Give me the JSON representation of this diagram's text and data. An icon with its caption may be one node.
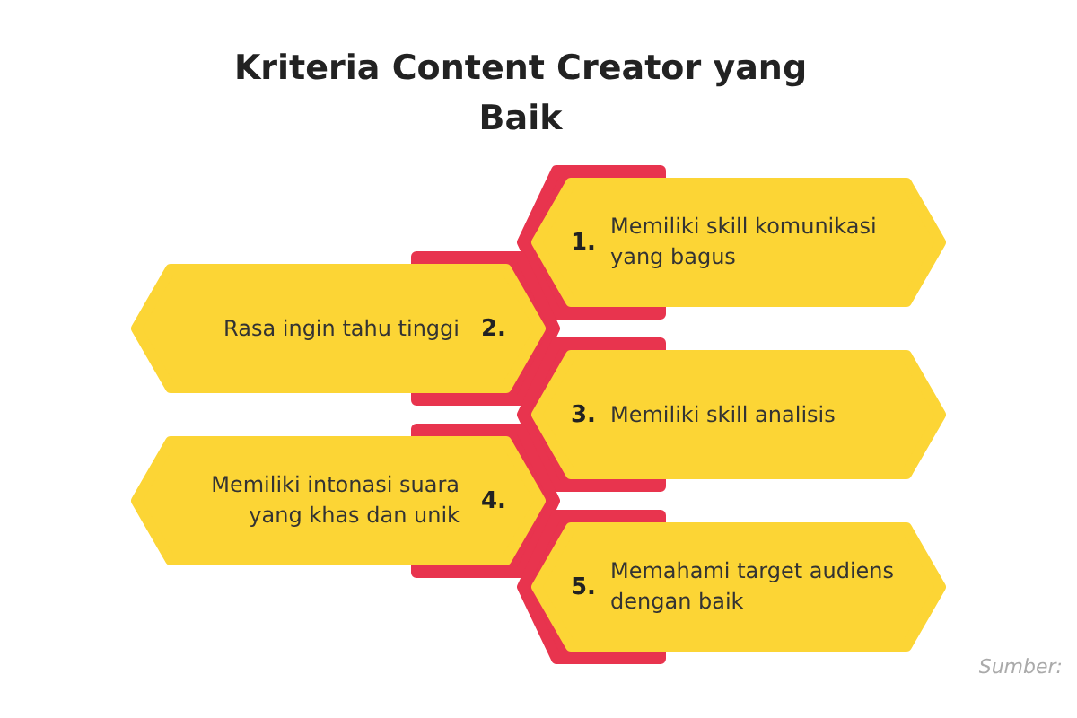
{
  "diagram": {
    "title": "Kriteria **Content Creator** yang Baik",
    "nodes": [
      {
        "text": [
          "1.",
          "Memiliki skill komunikasi yang bagus"
        ]
      },
      {
        "text": [
          "Rasa ingin tahu tinggi",
          "2."
        ]
      },
      {
        "text": [
          "3.",
          "Memiliki skill analisis"
        ]
      },
      {
        "text": [
          "Memiliki intonasi suara yang khas dan unik",
          "4."
        ]
      },
      {
        "text": [
          "5.",
          "Memahami target audiens dengan baik"
        ]
      }
    ],
    "labels": [
      "Sumber:"
    ]
  }
}
